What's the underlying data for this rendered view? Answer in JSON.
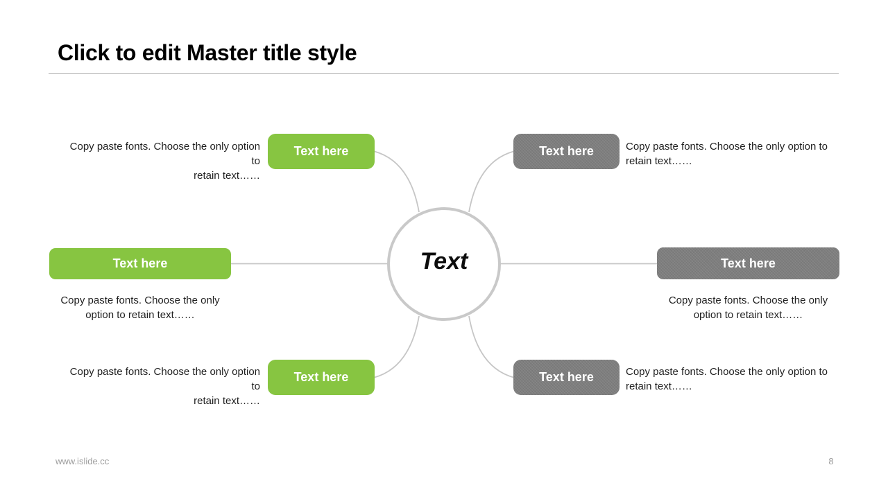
{
  "slide": {
    "title": "Click to edit Master title style",
    "center": {
      "label": "Text"
    },
    "nodes": [
      {
        "id": "top-left",
        "color": "green",
        "label": "Text here",
        "desc_lines": [
          "Copy paste fonts. Choose the only option to",
          "retain text……"
        ]
      },
      {
        "id": "top-right",
        "color": "gray",
        "label": "Text here",
        "desc_lines": [
          "Copy paste fonts. Choose the only option to",
          "retain text……"
        ]
      },
      {
        "id": "middle-left",
        "color": "green",
        "label": "Text here",
        "desc_lines": [
          "Copy paste fonts. Choose the only",
          "option to retain text……"
        ]
      },
      {
        "id": "middle-right",
        "color": "gray",
        "label": "Text here",
        "desc_lines": [
          "Copy paste fonts. Choose the only",
          "option to retain text……"
        ]
      },
      {
        "id": "bottom-left",
        "color": "green",
        "label": "Text here",
        "desc_lines": [
          "Copy paste fonts. Choose the only option to",
          "retain text……"
        ]
      },
      {
        "id": "bottom-right",
        "color": "gray",
        "label": "Text here",
        "desc_lines": [
          "Copy paste fonts. Choose the only option to",
          "retain text……"
        ]
      }
    ],
    "colors": {
      "accent_green": "#87c541",
      "accent_gray": "#7e7e7e",
      "connector_line": "#c6c6c6",
      "circle_border": "#c9c9c9",
      "footer_text": "#9c9c9c"
    },
    "footer": {
      "url": "www.islide.cc",
      "page_number": "8"
    }
  }
}
